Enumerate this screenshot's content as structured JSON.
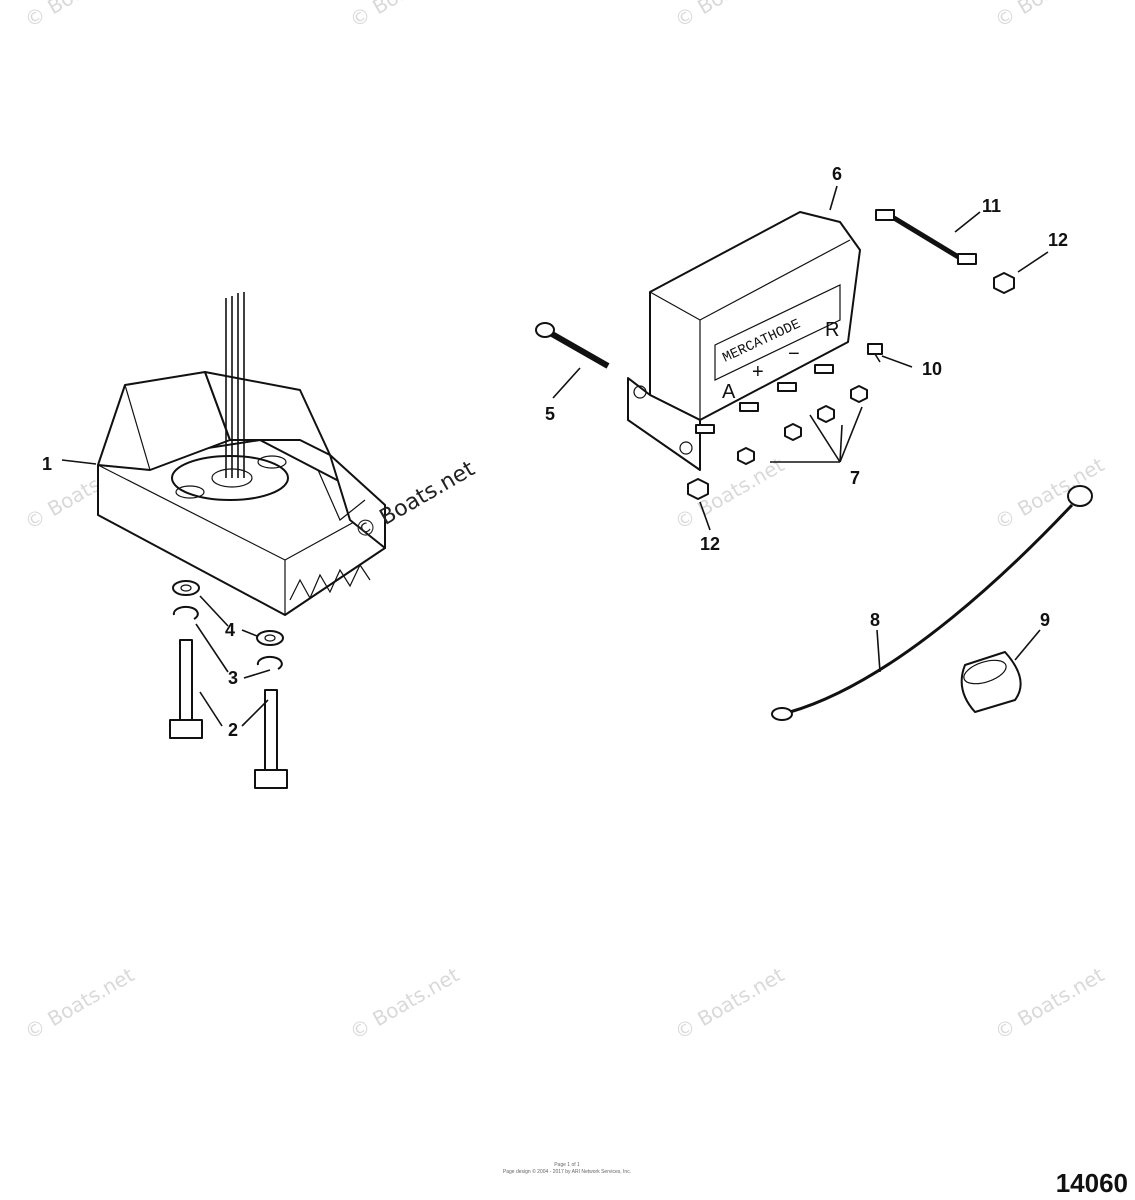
{
  "diagram": {
    "watermark": "© Boats.net",
    "callouts": [
      "1",
      "2",
      "3",
      "4",
      "5",
      "6",
      "7",
      "8",
      "9",
      "10",
      "11",
      "12",
      "12"
    ],
    "rectifier_brand": "MERCATHODE",
    "terminal_labels": [
      "A",
      "+",
      "−",
      "R"
    ],
    "footer_line1": "Page 1 of 1",
    "footer_line2": "Page design © 2004 - 2017 by ARI Network Services, Inc.",
    "drawing_number": "14060"
  }
}
